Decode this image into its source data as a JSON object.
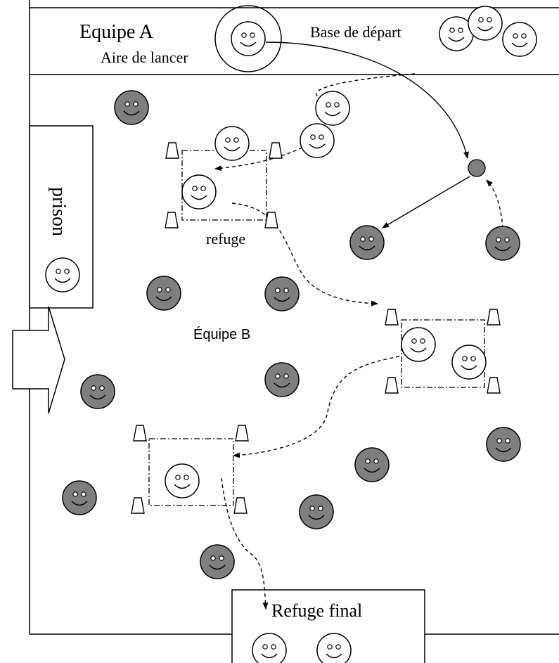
{
  "labels": {
    "team_a": "Equipe A",
    "throw_area": "Aire de lancer",
    "start_base": "Base de départ",
    "prison": "prison",
    "refuge": "refuge",
    "team_b": "Équipe B",
    "final_refuge": "Refuge final"
  },
  "colors": {
    "team_a_player": "#ffffff",
    "team_b_player": "#7f7f7f",
    "ball": "#7f7f7f",
    "line": "#000000"
  },
  "icons": {
    "player": "smiley-face-icon",
    "refuge_marker": "cone-icon",
    "entry": "arrow-right-icon",
    "ball": "ball-icon"
  }
}
